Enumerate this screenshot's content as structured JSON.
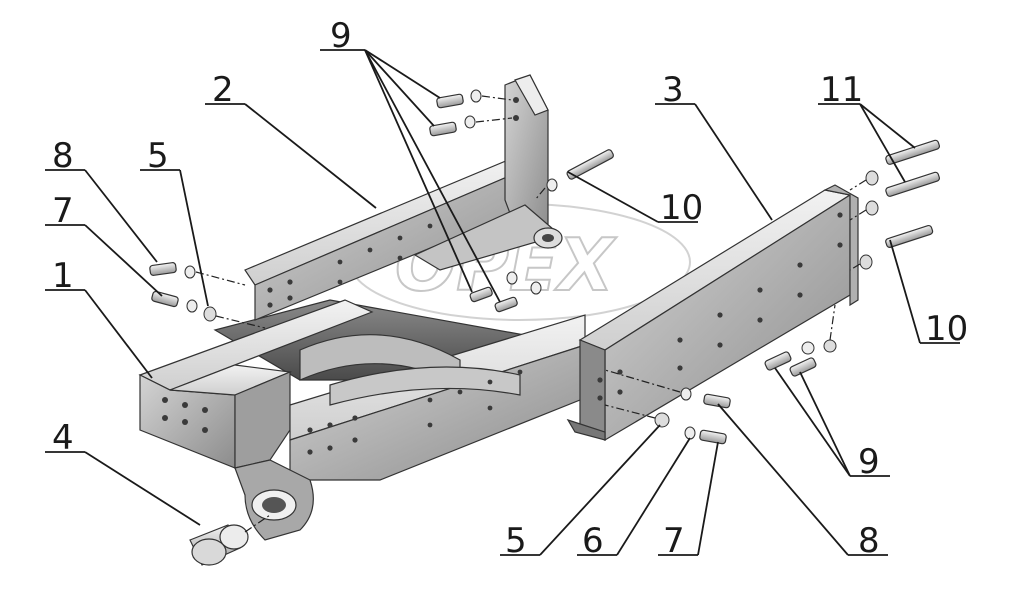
{
  "watermark": "OPEX",
  "callouts": {
    "c1": "1",
    "c2": "2",
    "c3": "3",
    "c4": "4",
    "c5_left": "5",
    "c5_bottom": "5",
    "c6": "6",
    "c7_left": "7",
    "c7_bottom": "7",
    "c8_left": "8",
    "c8_bottom": "8",
    "c9_top": "9",
    "c9_right": "9",
    "c10_top": "10",
    "c10_right": "10",
    "c11": "11"
  },
  "colors": {
    "metal_light": "#e8e8e8",
    "metal_mid": "#b8b8b8",
    "metal_dark": "#6e6e6e",
    "ink": "#1a1a1a"
  }
}
